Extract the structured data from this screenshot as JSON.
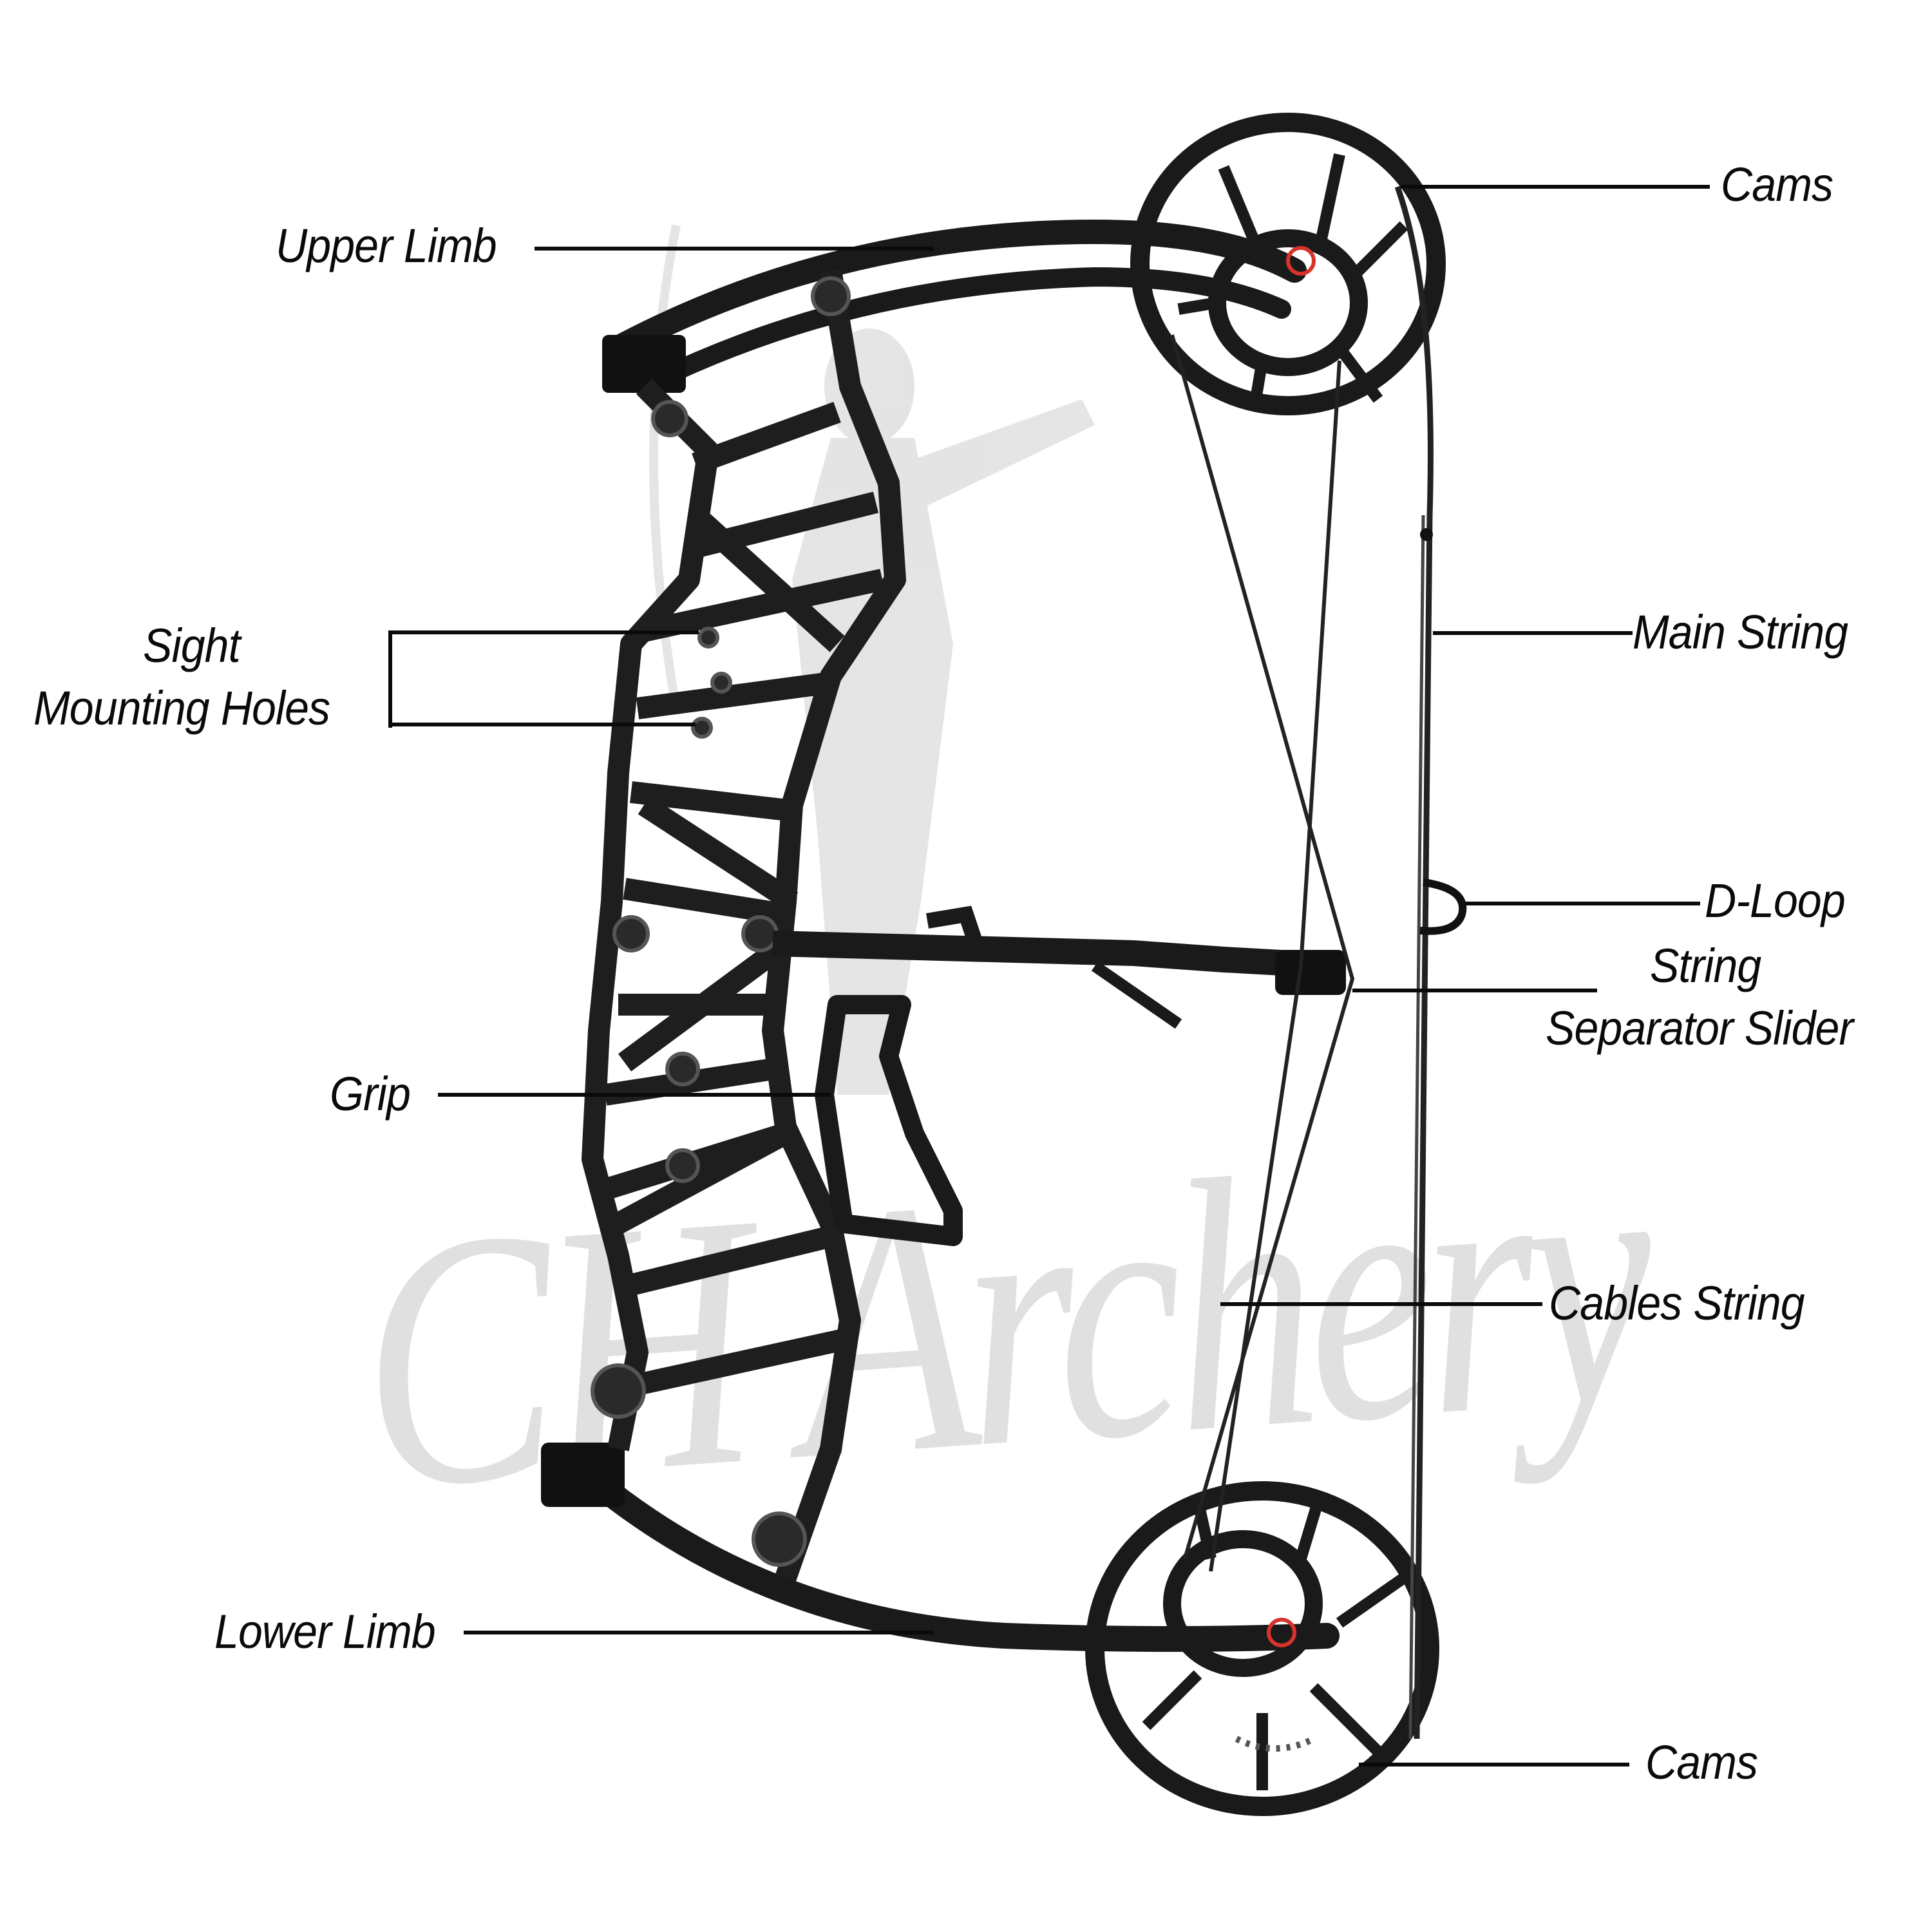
{
  "diagram": {
    "subject": "Compound Bow",
    "watermark": "CH Archery",
    "accent_color": "#d8332b",
    "ink_color": "#0a0a0a",
    "bow_color": "#1a1a1a",
    "labels": {
      "cams_top": "Cams",
      "upper_limb": "Upper Limb",
      "sight_line1": "Sight",
      "sight_line2": "Mounting Holes",
      "main_string": "Main String",
      "d_loop": "D-Loop",
      "separator_line1": "String",
      "separator_line2": "Separator Slider",
      "grip": "Grip",
      "cables_string": "Cables String",
      "lower_limb": "Lower Limb",
      "cams_bottom": "Cams"
    }
  }
}
